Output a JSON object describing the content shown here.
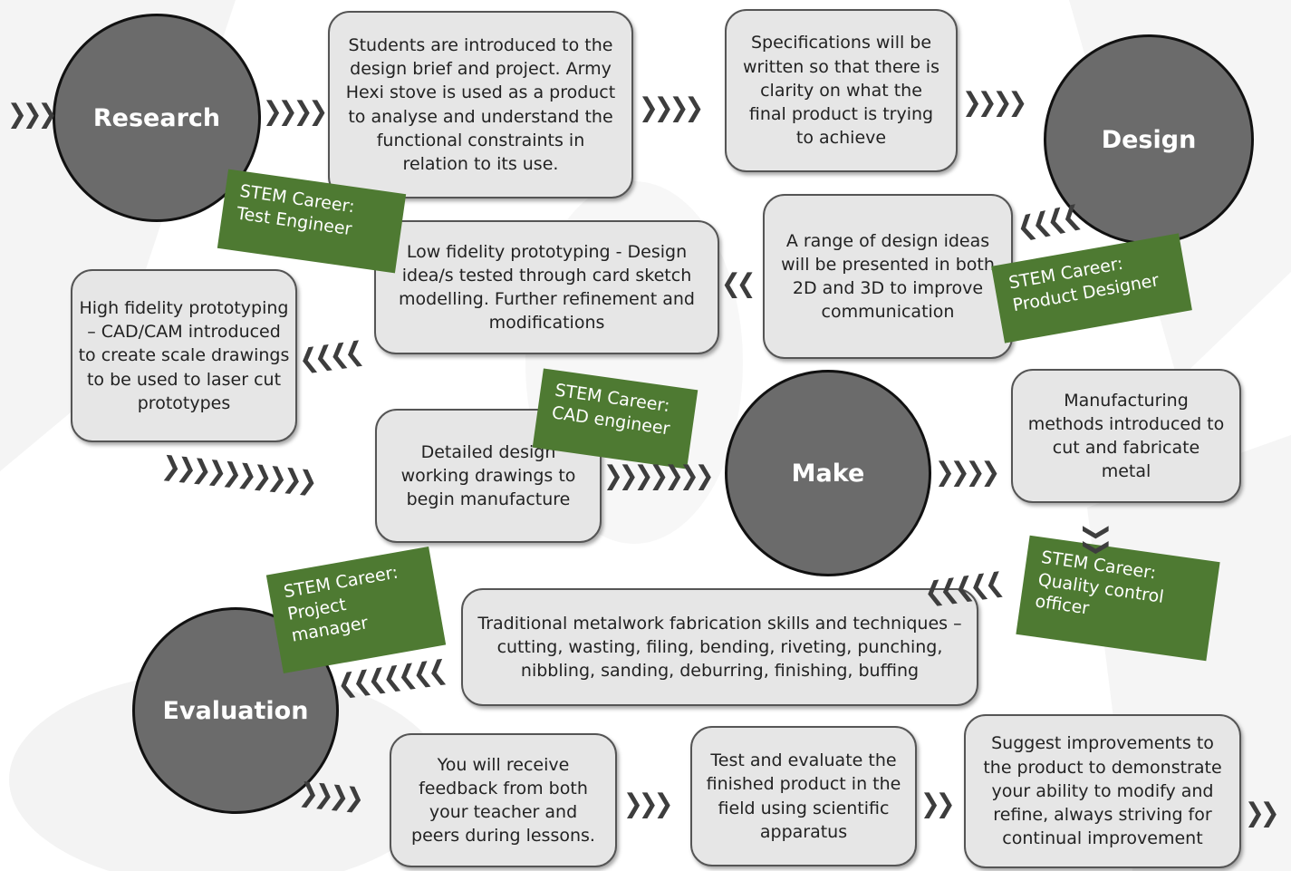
{
  "stages": {
    "research": "Research",
    "design": "Design",
    "make": "Make",
    "evaluation": "Evaluation"
  },
  "steps": {
    "design_brief": "Students are introduced to the design brief and project.  Army Hexi stove is used as a product to analyse and understand the functional constraints in relation to its use.",
    "specifications": "Specifications will be written so that there is clarity on what the final product is trying to achieve",
    "design_ideas": "A range of design ideas will be presented in both 2D and 3D to improve communication",
    "low_fidelity": "Low fidelity prototyping - Design idea/s tested through card sketch modelling.  Further refinement and modifications",
    "high_fidelity": "High fidelity prototyping – CAD/CAM introduced to create scale drawings to be used to laser cut prototypes",
    "working_drawings": "Detailed design working drawings to begin manufacture",
    "manufacturing": "Manufacturing methods introduced to cut and fabricate metal",
    "metalwork": "Traditional metalwork fabrication skills and techniques – cutting, wasting, filing, bending, riveting, punching, nibbling, sanding, deburring, finishing, buffing",
    "feedback": "You will receive feedback from both your teacher and peers during lessons.",
    "test_evaluate": "Test and evaluate the finished product in the field using scientific apparatus",
    "improvements": "Suggest improvements to the product to demonstrate your ability to modify and refine, always striving for continual improvement"
  },
  "careers": {
    "test_engineer": [
      "STEM Career:",
      "Test Engineer"
    ],
    "product_designer": [
      "STEM Career:",
      "Product Designer"
    ],
    "cad_engineer": [
      "STEM Career:",
      "CAD engineer"
    ],
    "quality_control": [
      "STEM Career:",
      "Quality control",
      "officer"
    ],
    "project_manager": [
      "STEM Career:",
      "Project",
      "manager"
    ]
  },
  "colors": {
    "stage_fill": "#6b6b6b",
    "box_fill": "#e6e6e6",
    "career_fill": "#4e7a32",
    "chevron": "#3d3d3d"
  }
}
